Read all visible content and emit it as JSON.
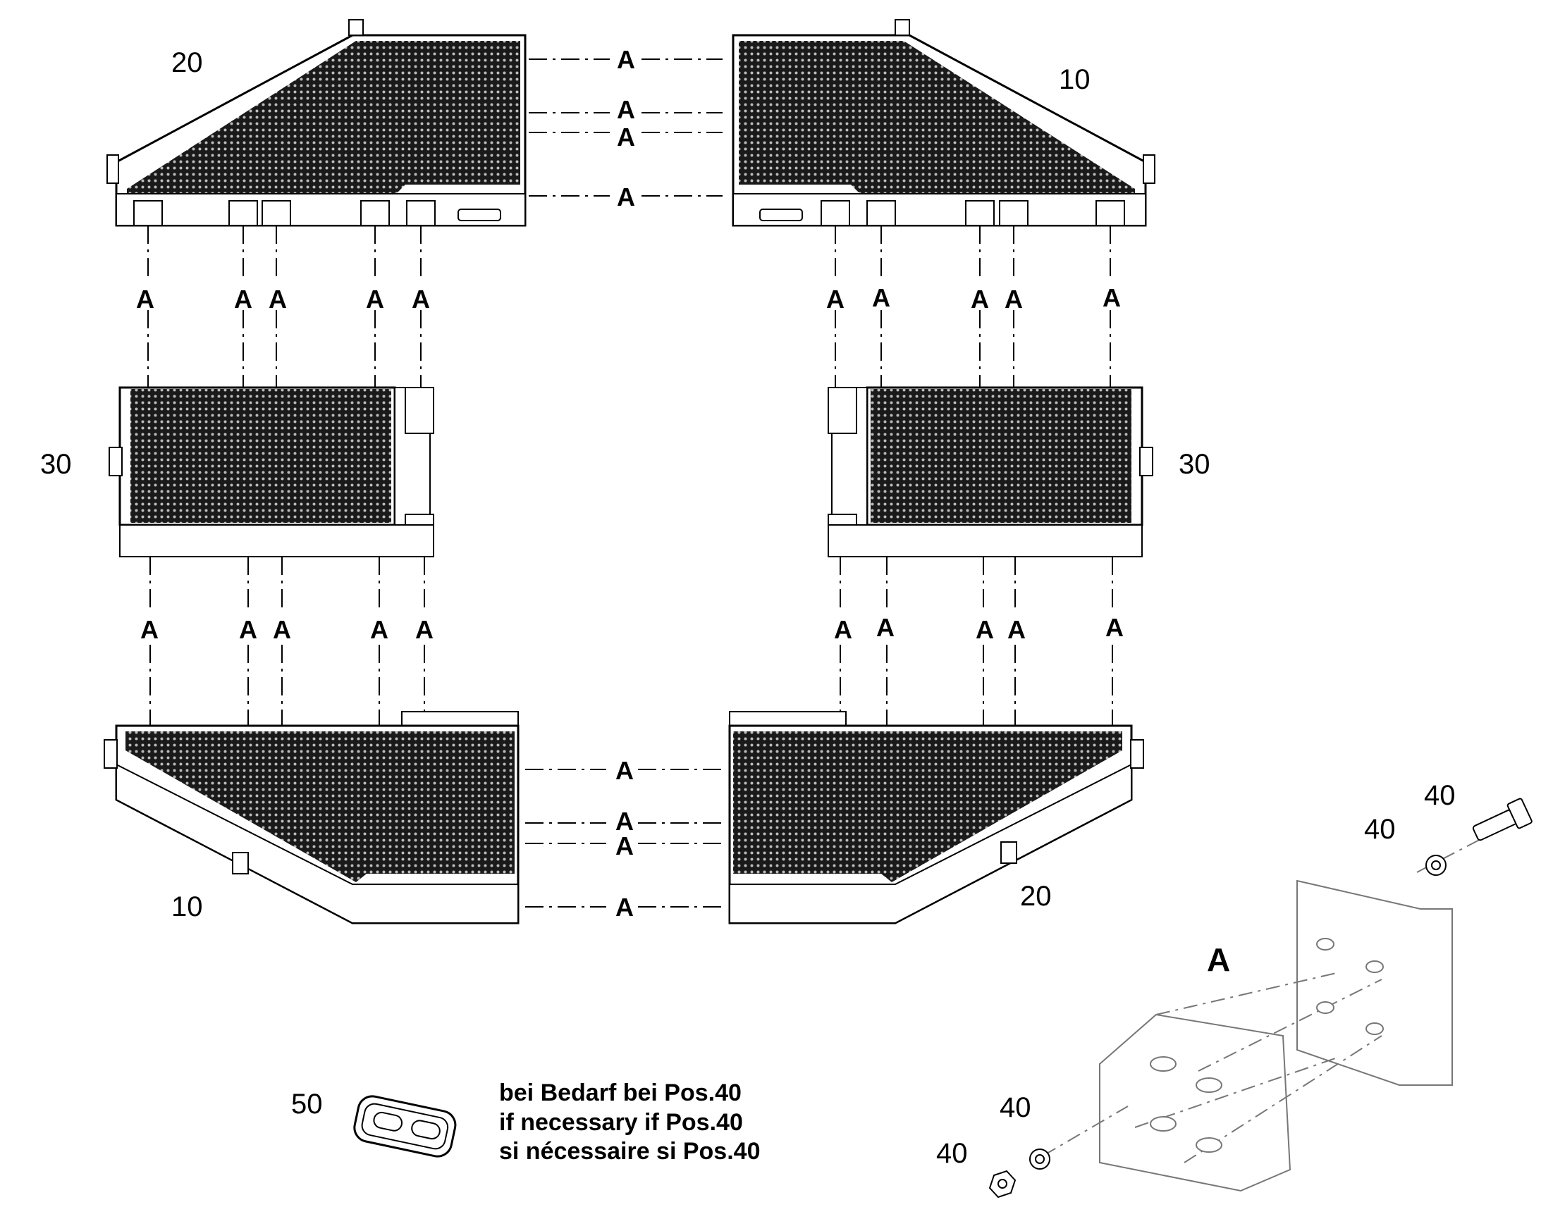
{
  "callouts": {
    "top_left": "20",
    "top_right": "10",
    "mid_left": "30",
    "mid_right": "30",
    "bottom_left": "10",
    "bottom_right": "20",
    "detail_bolt": "40",
    "detail_washer_top": "40",
    "detail_washer_bottom": "40",
    "detail_nut": "40",
    "spacer": "50"
  },
  "connection_label": "A",
  "detail_label": "A",
  "note": {
    "de": "bei Bedarf bei Pos.40",
    "en": "if necessary if Pos.40",
    "fr": "si nécessaire si Pos.40"
  },
  "colors": {
    "line": "#000000",
    "mesh": "#1a1a1a",
    "ghost": "#777777"
  }
}
